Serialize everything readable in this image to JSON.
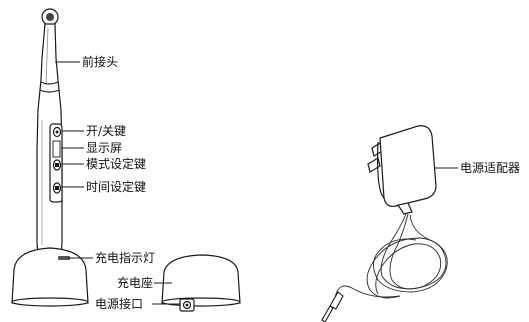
{
  "labels": {
    "front_head": "前接头",
    "power_switch": "开/关键",
    "display": "显示屏",
    "mode_key": "模式设定键",
    "time_key": "时间设定键",
    "charge_indicator": "充电指示灯",
    "charger_base": "充电座",
    "power_port": "电源接口",
    "power_adapter": "电源适配器"
  },
  "colors": {
    "line": "#1a1a1a",
    "body_fill": "#ffffff",
    "shade": "#8a8a8a"
  }
}
